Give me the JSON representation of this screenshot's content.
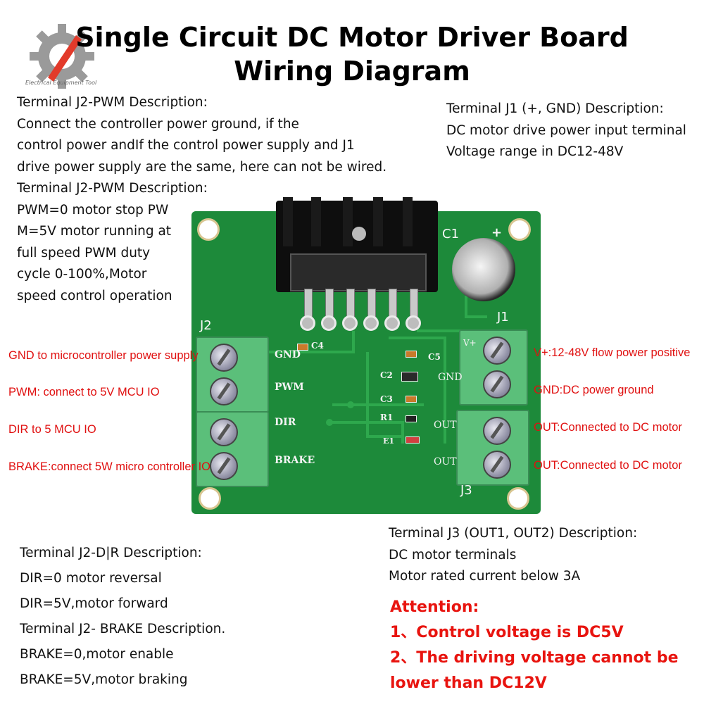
{
  "title": {
    "line1": "Single Circuit DC Motor Driver Board",
    "line2": "Wiring Diagram"
  },
  "logo": {
    "text": "Electrical Equipment Tool"
  },
  "top_left_block": {
    "lines": [
      "Terminal J2-PWM Description:",
      "Connect the controller power ground, if the",
      "control power andIf the control power supply and J1",
      "drive power supply are the same, here can not be wired.",
      "Terminal J2-PWM Description:",
      "PWM=0 motor stop PW",
      "M=5V motor running at",
      "full speed PWM duty",
      "cycle 0-100%,Motor",
      "speed control operation"
    ]
  },
  "top_right_block": {
    "lines": [
      "Terminal J1 (+, GND) Description:",
      "DC motor drive power input terminal",
      "Voltage range in DC12-48V"
    ]
  },
  "left_labels": [
    "GND to microcontroller power supply",
    "PWM: connect to 5V MCU IO",
    "DIR to 5 MCU IO",
    "BRAKE:connect 5W micro controller IO"
  ],
  "right_labels": [
    "V+:12-48V flow power positive",
    "GND:DC power ground",
    "OUT:Connected to DC motor",
    "OUT:Connected to DC motor"
  ],
  "board": {
    "j2": "J2",
    "j1": "J1",
    "j3": "J3",
    "c1": "C1",
    "plus": "+",
    "silk": {
      "gnd": "GND",
      "pwm": "PWM",
      "dir": "DIR",
      "brake": "BRAKE",
      "c4": "C4",
      "c5": "C5",
      "c2": "C2",
      "c3": "C3",
      "r1": "R1",
      "e1": "E1",
      "vplus": "V+",
      "j1gnd": "GND",
      "out1": "OUT",
      "out2": "OUT"
    }
  },
  "bottom_left_block": {
    "lines": [
      "Terminal J2-D|R Description:",
      "DIR=0 motor reversal",
      "DIR=5V,motor forward",
      "Terminal J2- BRAKE Description.",
      "BRAKE=0,motor enable",
      "BRAKE=5V,motor braking"
    ]
  },
  "bottom_right_block": {
    "lines": [
      "Terminal J3 (OUT1, OUT2) Description:",
      "DC motor terminals",
      "Motor rated current below 3A"
    ]
  },
  "attention": {
    "heading": "Attention:",
    "items": [
      "1、Control voltage is DC5V",
      "2、The driving voltage cannot be",
      "lower than DC12V"
    ]
  },
  "colors": {
    "board_green": "#1d8a3a",
    "terminal_green": "#5bbf7a",
    "label_red": "#e01010",
    "attention_red": "#e8140f"
  }
}
